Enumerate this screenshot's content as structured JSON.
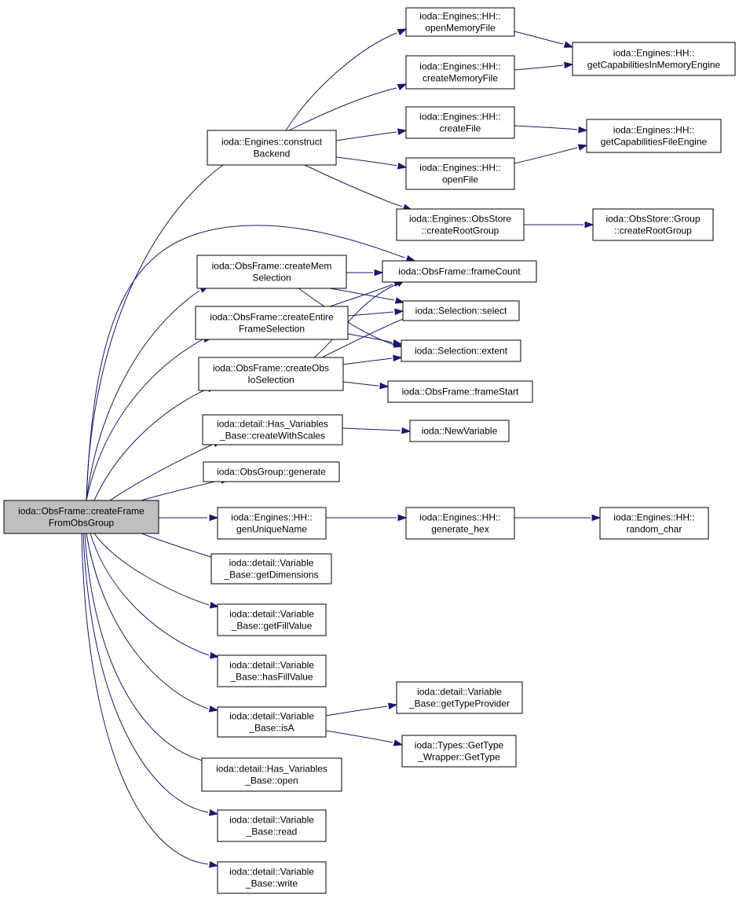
{
  "diagram": {
    "colors": {
      "edge": "#191970",
      "node_fill": "#ffffff",
      "root_fill": "#bfbfbf",
      "border": "#000000"
    },
    "nodes": [
      {
        "id": "root",
        "root": true,
        "lines": [
          "ioda::ObsFrame::createFrame",
          "FromObsGroup"
        ]
      },
      {
        "id": "construct_backend",
        "lines": [
          "ioda::Engines::construct",
          "Backend"
        ]
      },
      {
        "id": "open_memory_file",
        "lines": [
          "ioda::Engines::HH::",
          "openMemoryFile"
        ]
      },
      {
        "id": "create_memory_file",
        "lines": [
          "ioda::Engines::HH::",
          "createMemoryFile"
        ]
      },
      {
        "id": "create_file",
        "lines": [
          "ioda::Engines::HH::",
          "createFile"
        ]
      },
      {
        "id": "open_file",
        "lines": [
          "ioda::Engines::HH::",
          "openFile"
        ]
      },
      {
        "id": "get_cap_inmem",
        "lines": [
          "ioda::Engines::HH::",
          "getCapabilitiesInMemoryEngine"
        ]
      },
      {
        "id": "get_cap_file",
        "lines": [
          "ioda::Engines::HH::",
          "getCapabilitiesFileEngine"
        ]
      },
      {
        "id": "obsstore_create_root",
        "lines": [
          "ioda::Engines::ObsStore",
          "::createRootGroup"
        ]
      },
      {
        "id": "obsstore_group_create_root",
        "lines": [
          "ioda::ObsStore::Group",
          "::createRootGroup"
        ]
      },
      {
        "id": "create_mem_selection",
        "lines": [
          "ioda::ObsFrame::createMem",
          "Selection"
        ]
      },
      {
        "id": "create_entire_frame_selection",
        "lines": [
          "ioda::ObsFrame::createEntire",
          "FrameSelection"
        ]
      },
      {
        "id": "create_obs_io_selection",
        "lines": [
          "ioda::ObsFrame::createObs",
          "IoSelection"
        ]
      },
      {
        "id": "frame_count",
        "lines": [
          "ioda::ObsFrame::frameCount"
        ]
      },
      {
        "id": "selection_select",
        "lines": [
          "ioda::Selection::select"
        ]
      },
      {
        "id": "selection_extent",
        "lines": [
          "ioda::Selection::extent"
        ]
      },
      {
        "id": "frame_start",
        "lines": [
          "ioda::ObsFrame::frameStart"
        ]
      },
      {
        "id": "create_with_scales",
        "lines": [
          "ioda::detail::Has_Variables",
          "_Base::createWithScales"
        ]
      },
      {
        "id": "new_variable",
        "lines": [
          "ioda::NewVariable"
        ]
      },
      {
        "id": "obsgroup_generate",
        "lines": [
          "ioda::ObsGroup::generate"
        ]
      },
      {
        "id": "gen_unique_name",
        "lines": [
          "ioda::Engines::HH::",
          "genUniqueName"
        ]
      },
      {
        "id": "generate_hex",
        "lines": [
          "ioda::Engines::HH::",
          "generate_hex"
        ]
      },
      {
        "id": "random_char",
        "lines": [
          "ioda::Engines::HH::",
          "random_char"
        ]
      },
      {
        "id": "get_dimensions",
        "lines": [
          "ioda::detail::Variable",
          "_Base::getDimensions"
        ]
      },
      {
        "id": "get_fill_value",
        "lines": [
          "ioda::detail::Variable",
          "_Base::getFillValue"
        ]
      },
      {
        "id": "has_fill_value",
        "lines": [
          "ioda::detail::Variable",
          "_Base::hasFillValue"
        ]
      },
      {
        "id": "is_a",
        "lines": [
          "ioda::detail::Variable",
          "_Base::isA"
        ]
      },
      {
        "id": "get_type_provider",
        "lines": [
          "ioda::detail::Variable",
          "_Base::getTypeProvider"
        ]
      },
      {
        "id": "get_type",
        "lines": [
          "ioda::Types::GetType",
          "_Wrapper::GetType"
        ]
      },
      {
        "id": "hv_open",
        "lines": [
          "ioda::detail::Has_Variables",
          "_Base::open"
        ]
      },
      {
        "id": "var_read",
        "lines": [
          "ioda::detail::Variable",
          "_Base::read"
        ]
      },
      {
        "id": "var_write",
        "lines": [
          "ioda::detail::Variable",
          "_Base::write"
        ]
      }
    ]
  }
}
